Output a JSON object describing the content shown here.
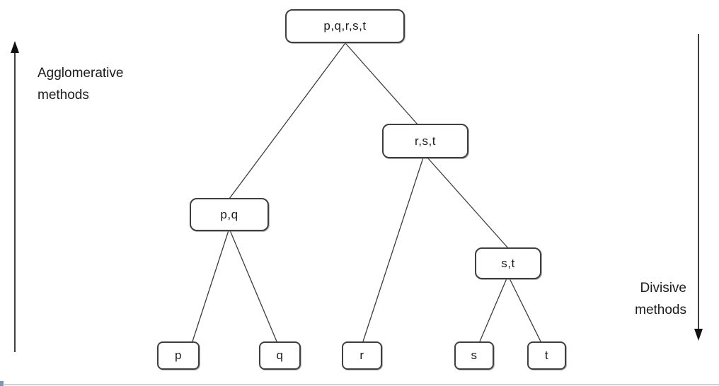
{
  "diagram": {
    "type": "hierarchical-clustering-dendrogram",
    "left_arrow_label": {
      "line1": "Agglomerative",
      "line2": "methods",
      "direction": "up"
    },
    "right_arrow_label": {
      "line1": "Divisive",
      "line2": "methods",
      "direction": "down"
    },
    "nodes": {
      "root": {
        "label": "p,q,r,s,t"
      },
      "rst": {
        "label": "r,s,t"
      },
      "pq": {
        "label": "p,q"
      },
      "st": {
        "label": "s,t"
      },
      "p": {
        "label": "p"
      },
      "q": {
        "label": "q"
      },
      "r": {
        "label": "r"
      },
      "s": {
        "label": "s"
      },
      "t": {
        "label": "t"
      }
    },
    "edges": [
      {
        "from": "root",
        "to": "pq"
      },
      {
        "from": "root",
        "to": "rst"
      },
      {
        "from": "pq",
        "to": "p"
      },
      {
        "from": "pq",
        "to": "q"
      },
      {
        "from": "rst",
        "to": "r"
      },
      {
        "from": "rst",
        "to": "st"
      },
      {
        "from": "st",
        "to": "s"
      },
      {
        "from": "st",
        "to": "t"
      }
    ],
    "colors": {
      "node_border": "#3f3f3f",
      "edge_line": "#3c3c3c",
      "arrow": "#111111",
      "text": "#1c1c1c",
      "bottom_rule": "#ccd1d8",
      "corner_artifact": "#8194b5"
    }
  }
}
